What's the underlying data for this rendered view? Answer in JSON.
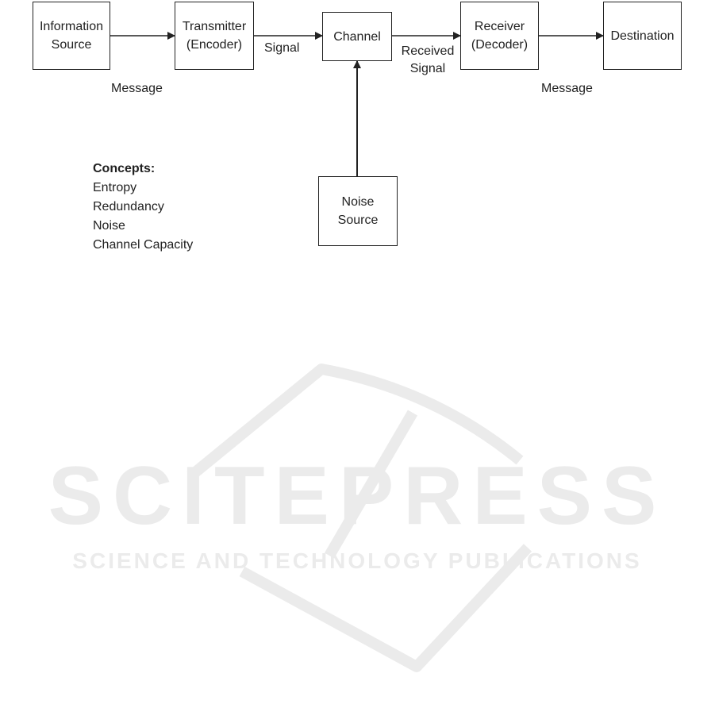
{
  "blocks": {
    "source": "Information\nSource",
    "transmitter": "Transmitter\n(Encoder)",
    "channel": "Channel",
    "receiver": "Receiver\n(Decoder)",
    "destination": "Destination",
    "noise": "Noise\nSource"
  },
  "edge_labels": {
    "message_in": "Message",
    "signal": "Signal",
    "received_signal": "Received\nSignal",
    "message_out": "Message"
  },
  "concepts": {
    "heading": "Concepts:",
    "items": [
      "Entropy",
      "Redundancy",
      "Noise",
      "Channel Capacity"
    ]
  },
  "watermark": {
    "title": "SCITEPRESS",
    "subtitle": "SCIENCE AND TECHNOLOGY PUBLICATIONS",
    "color": "#ebebeb"
  },
  "colors": {
    "line": "#222222",
    "text": "#222222"
  }
}
